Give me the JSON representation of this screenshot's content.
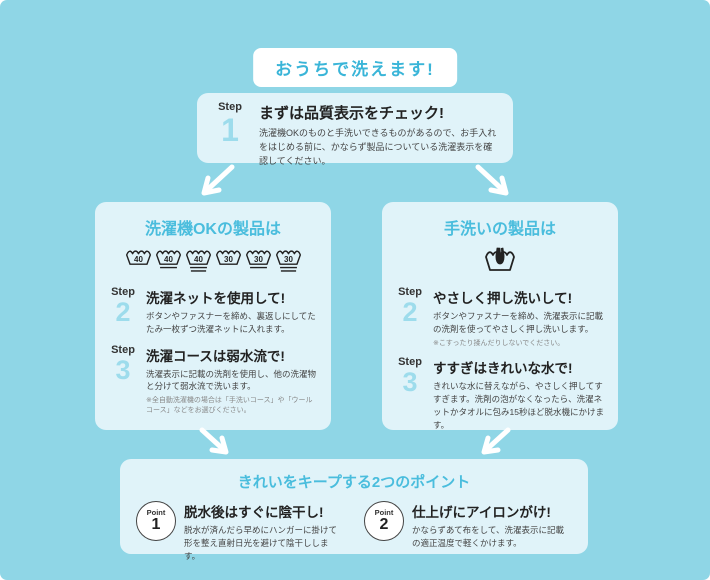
{
  "page": {
    "background_color": "#8fd6e6",
    "card_color": "#e0f3f9",
    "accent_blue": "#3ab5d8",
    "section_title_blue": "#4abddd",
    "step_number_blue": "#9ddcec"
  },
  "title": "おうちで洗えます!",
  "step1": {
    "step_label": "Step",
    "number": "1",
    "heading": "まずは品質表示をチェック!",
    "body": "洗濯機OKのものと手洗いできるものがあるので、お手入れをはじめる前に、かならず製品についている洗濯表示を確認してください。"
  },
  "machine_column": {
    "title": "洗濯機OKの製品は",
    "symbols": [
      {
        "icon": "wash-tub-icon",
        "temp": "40",
        "underlines": 0
      },
      {
        "icon": "wash-tub-icon",
        "temp": "40",
        "underlines": 1
      },
      {
        "icon": "wash-tub-icon",
        "temp": "40",
        "underlines": 2
      },
      {
        "icon": "wash-tub-icon",
        "temp": "30",
        "underlines": 0
      },
      {
        "icon": "wash-tub-icon",
        "temp": "30",
        "underlines": 1
      },
      {
        "icon": "wash-tub-icon",
        "temp": "30",
        "underlines": 2
      }
    ],
    "steps": [
      {
        "step_label": "Step",
        "number": "2",
        "heading": "洗濯ネットを使用して!",
        "body": "ボタンやファスナーを締め、裏返しにしてたたみ一枚ずつ洗濯ネットに入れます。",
        "note": ""
      },
      {
        "step_label": "Step",
        "number": "3",
        "heading": "洗濯コースは弱水流で!",
        "body": "洗濯表示に記載の洗剤を使用し、他の洗濯物と分けて弱水流で洗います。",
        "note": "※全自動洗濯機の場合は「手洗いコース」や「ウールコース」などをお選びください。"
      }
    ]
  },
  "handwash_column": {
    "title": "手洗いの製品は",
    "icon": "handwash-symbol-icon",
    "steps": [
      {
        "step_label": "Step",
        "number": "2",
        "heading": "やさしく押し洗いして!",
        "body": "ボタンやファスナーを締め、洗濯表示に記載の洗剤を使ってやさしく押し洗いします。",
        "note": "※こすったり揉んだりしないでください。"
      },
      {
        "step_label": "Step",
        "number": "3",
        "heading": "すすぎはきれいな水で!",
        "body": "きれいな水に替えながら、やさしく押してすすぎます。洗剤の泡がなくなったら、洗濯ネットかタオルに包み15秒ほど脱水機にかけます。",
        "note": ""
      }
    ]
  },
  "bottom": {
    "title": "きれいをキープする2つのポイント",
    "points": [
      {
        "point_label": "Point",
        "number": "1",
        "heading": "脱水後はすぐに陰干し!",
        "body": "脱水が済んだら早めにハンガーに掛けて形を整え直射日光を避けて陰干しします。"
      },
      {
        "point_label": "Point",
        "number": "2",
        "heading": "仕上げにアイロンがけ!",
        "body": "かならずあて布をして、洗濯表示に記載の適正温度で軽くかけます。"
      }
    ]
  }
}
